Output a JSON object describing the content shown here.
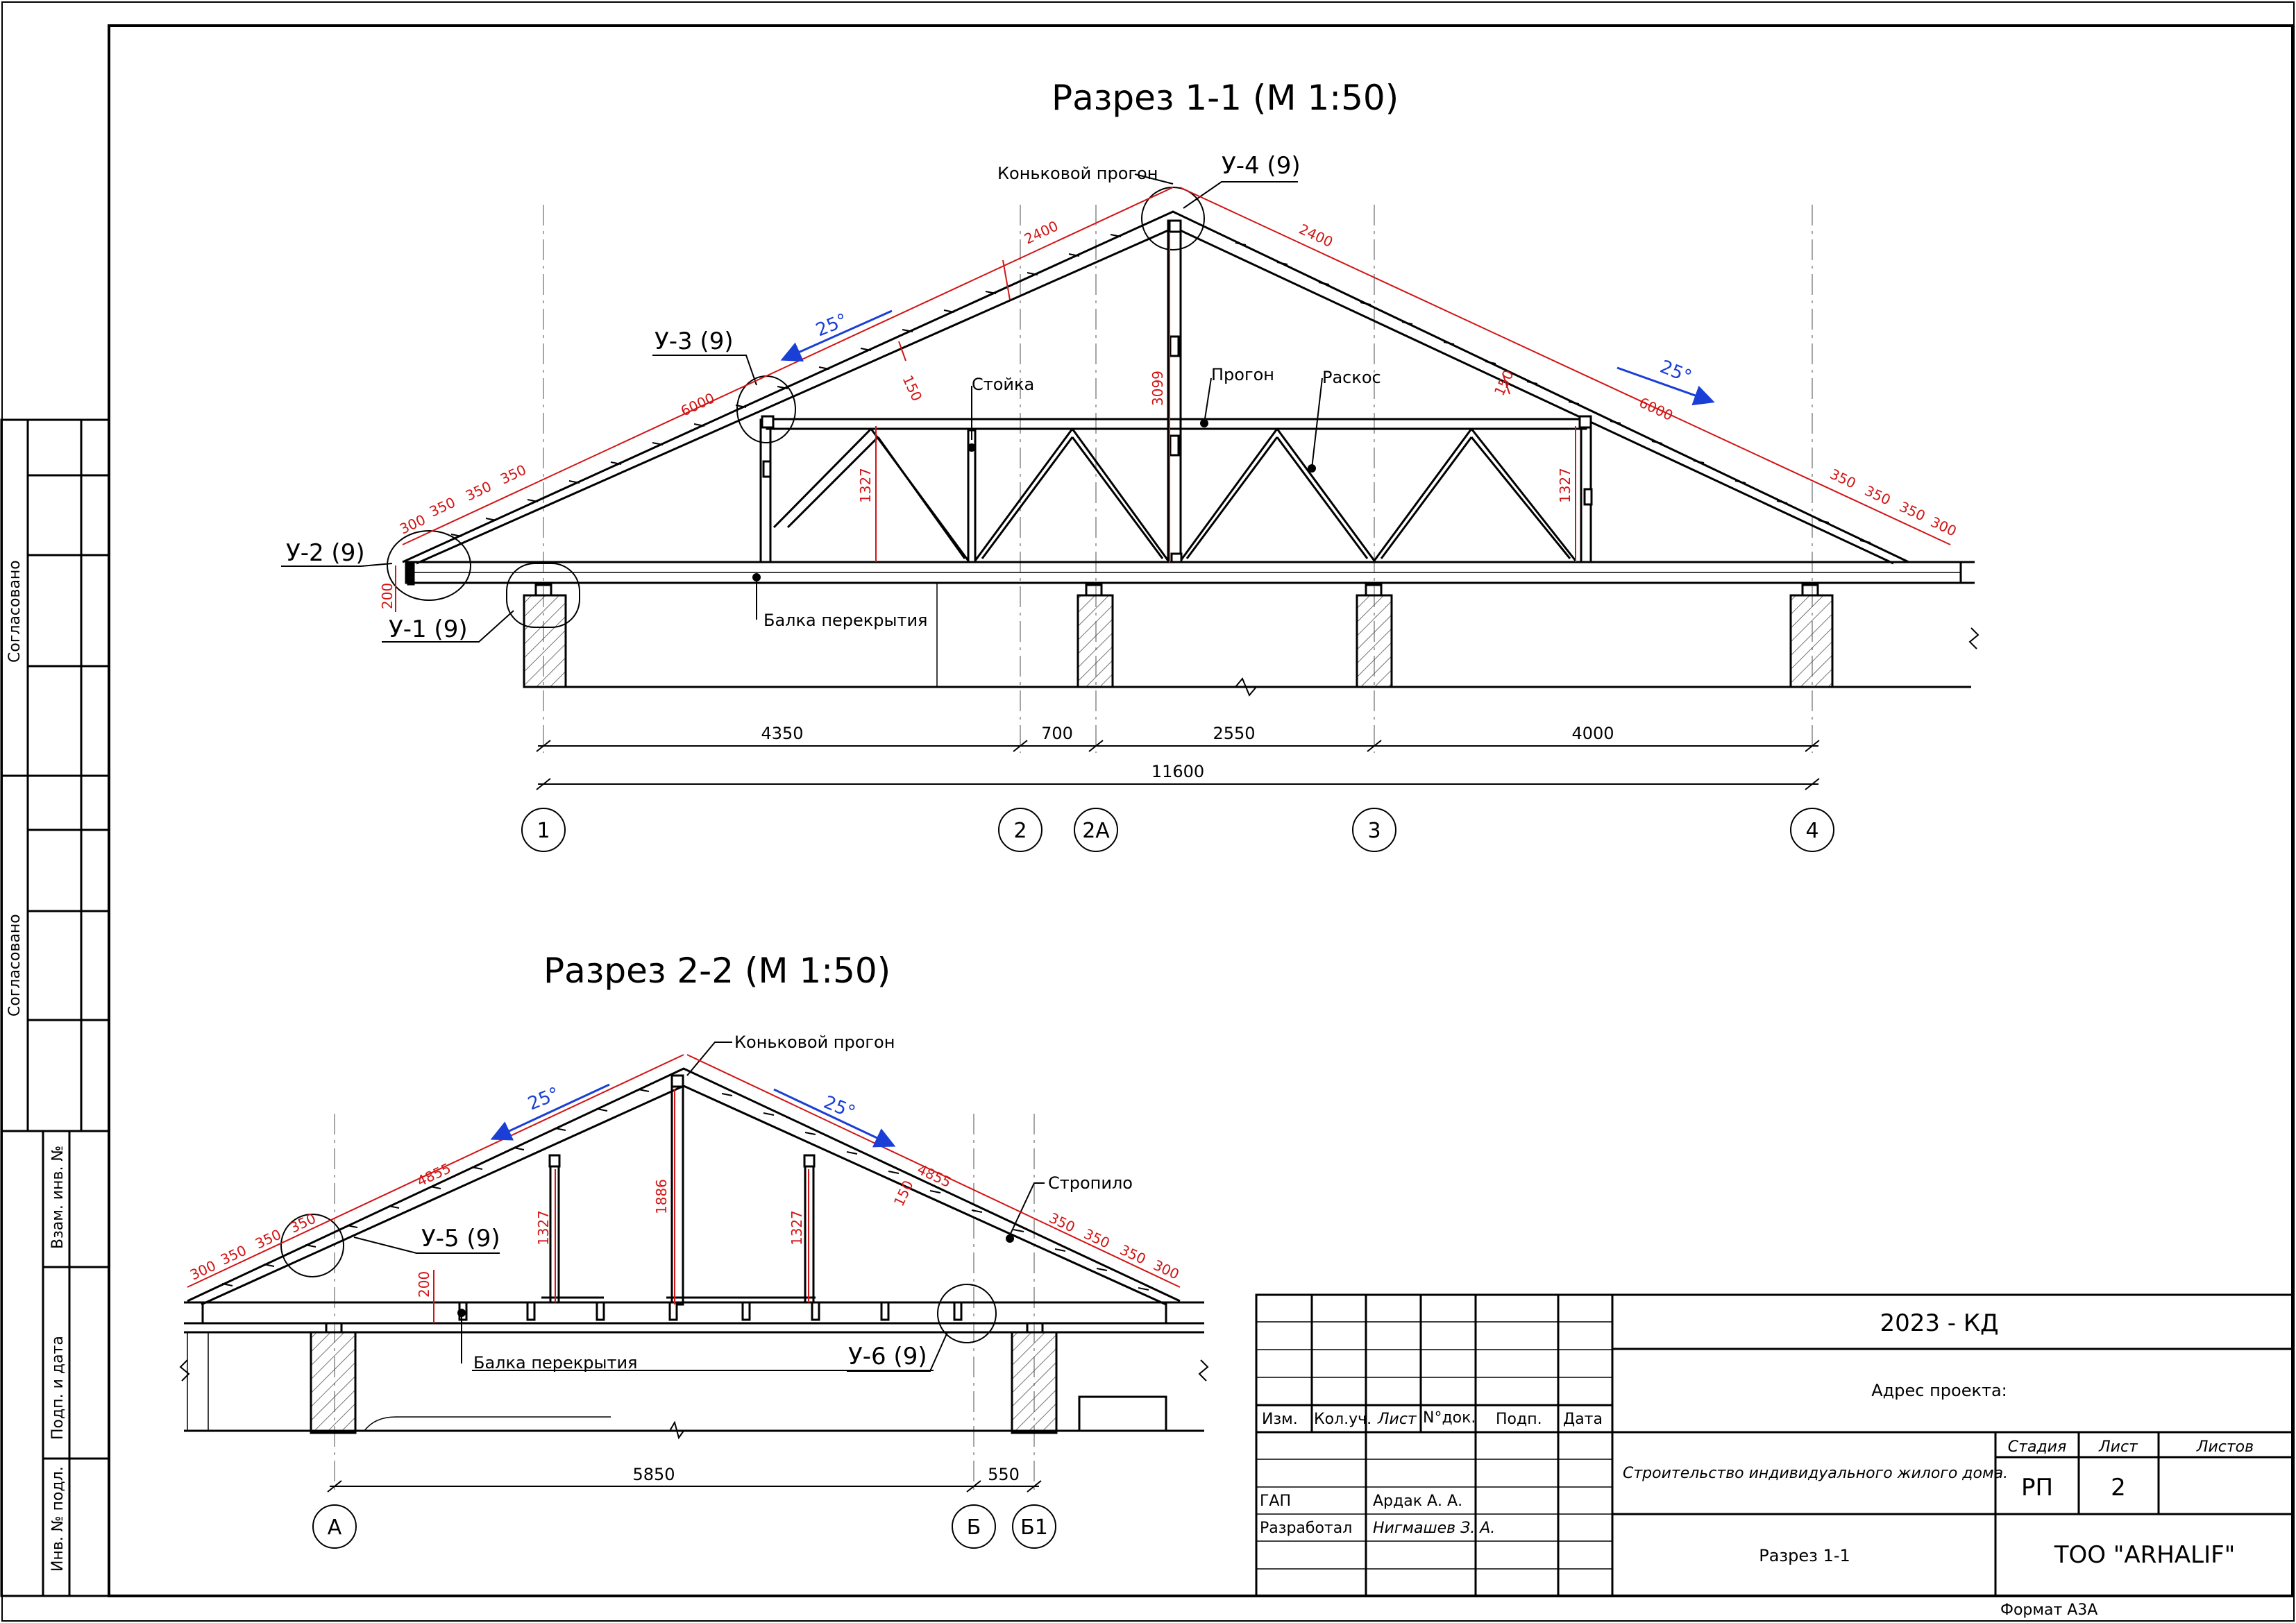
{
  "section1": {
    "title": "Разрез 1-1 (М 1:50)",
    "labels": {
      "ridge_purlin": "Коньковой прогон",
      "post": "Стойка",
      "purlin": "Прогон",
      "brace": "Раскос",
      "floor_beam": "Балка перекрытия"
    },
    "nodes": {
      "u1": "У-1 (9)",
      "u2": "У-2 (9)",
      "u3": "У-3 (9)",
      "u4": "У-4 (9)"
    },
    "dims_red": {
      "rafter_top_left": "2400",
      "rafter_top_right": "2400",
      "rafter_left": "6000",
      "rafter_right": "6000",
      "ridge_height": "3099",
      "truss_h_left": "1327",
      "truss_h_right": "1327",
      "eave_h": "200",
      "step_150_left": "150",
      "step_150_right": "150",
      "s300": "300",
      "s350": "350"
    },
    "slope_left": "25°",
    "slope_right": "25°",
    "dims_plan": [
      "4350",
      "700",
      "2550",
      "4000"
    ],
    "dim_total": "11600",
    "axes": [
      "1",
      "2",
      "2А",
      "3",
      "4"
    ]
  },
  "section2": {
    "title": "Разрез 2-2 (М 1:50)",
    "labels": {
      "ridge_purlin": "Коньковой прогон",
      "rafter": "Стропило",
      "floor_beam": "Балка перекрытия"
    },
    "nodes": {
      "u5": "У-5 (9)",
      "u6": "У-6 (9)"
    },
    "dims_red": {
      "rafter_left": "4855",
      "rafter_right": "4855",
      "center_h": "1886",
      "post_h_left": "1327",
      "post_h_right": "1327",
      "eave_h": "200",
      "step_150": "150",
      "s300": "300",
      "s350": "350"
    },
    "slope_left": "25°",
    "slope_right": "25°",
    "dims_plan": [
      "5850",
      "550"
    ],
    "axes": [
      "А",
      "Б",
      "Б1"
    ]
  },
  "side_stamp": {
    "agreed_1": "Согласовано",
    "agreed_2": "Согласовано",
    "replaced_inv": "Взам. инв. №",
    "sign_date": "Подп. и дата",
    "inv_orig": "Инв. № подл."
  },
  "title_block": {
    "code": "2023 - КД",
    "address": "Адрес проекта:",
    "project": "Строительство индивидуального жилого дома.",
    "sheet_name": "Разрез 1-1",
    "company": "ТОО \"ARHALIF\"",
    "col_izm": "Изм.",
    "col_kol": "Кол.уч.",
    "col_list": "Лист",
    "col_ndok": "N°док.",
    "col_podp": "Подп.",
    "col_data": "Дата",
    "stage_label": "Стадия",
    "sheet_label": "Лист",
    "sheets_label": "Листов",
    "stage_value": "РП",
    "sheet_value": "2",
    "role_gap": "ГАП",
    "name_gap": "Ардак А. А.",
    "role_dev": "Разработал",
    "name_dev": "Нигмашев З. А.",
    "format": "Формат А3А"
  },
  "colors": {
    "line": "#000000",
    "dimension_red": "#d21414",
    "slope_blue": "#1a3fd6"
  }
}
